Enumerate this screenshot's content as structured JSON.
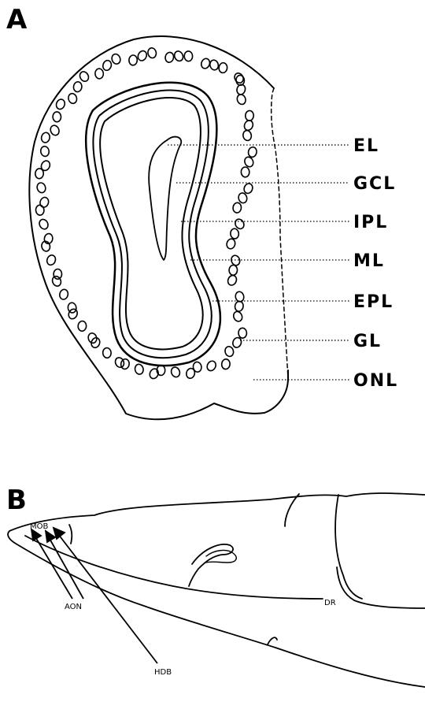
{
  "panels": {
    "a": {
      "letter": "A"
    },
    "b": {
      "letter": "B"
    }
  },
  "layers": [
    {
      "id": "el",
      "label": "EL"
    },
    {
      "id": "gcl",
      "label": "GCL"
    },
    {
      "id": "ipl",
      "label": "IPL"
    },
    {
      "id": "ml",
      "label": "ML"
    },
    {
      "id": "epl",
      "label": "EPL"
    },
    {
      "id": "gl",
      "label": "GL"
    },
    {
      "id": "onl",
      "label": "ONL"
    }
  ],
  "regions": {
    "mob": "MOB",
    "aon": "AON",
    "hdb": "HDB",
    "dr": "DR"
  },
  "colors": {
    "ink": "#000000",
    "background": "#ffffff"
  }
}
